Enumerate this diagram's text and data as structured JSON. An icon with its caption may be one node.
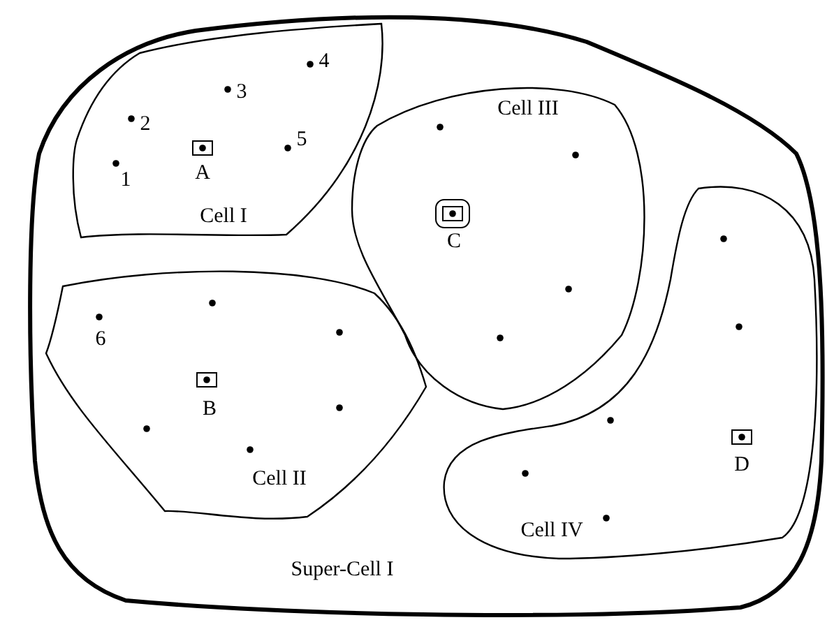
{
  "diagram": {
    "nodes": [
      {
        "text": [
          "Super-Cell I"
        ]
      },
      {
        "text": [
          "Cell I"
        ],
        "in": 0
      },
      {
        "text": [
          "Cell III"
        ],
        "in": 0
      },
      {
        "text": [
          "Cell II"
        ],
        "in": 0
      },
      {
        "text": [
          "Cell IV"
        ],
        "in": 0
      }
    ],
    "labels": [
      "4",
      "3",
      "2",
      "5",
      "A",
      "1",
      "C",
      "6",
      "B",
      "D"
    ]
  }
}
